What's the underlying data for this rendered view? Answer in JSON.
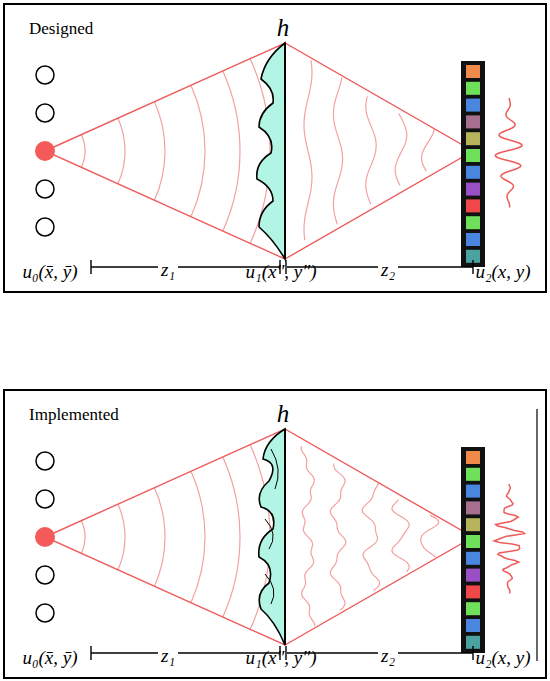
{
  "diagram": {
    "nodes": [
      {
        "text": [
          "Designed"
        ]
      },
      {
        "text": [
          "Implemented"
        ]
      }
    ],
    "labels": [
      "h",
      "z₁",
      "z₂",
      "u₀(x̄, ȳ)",
      "u₁(x″, y″)",
      "u₂(x, y)",
      "h",
      "z₁",
      "z₂",
      "u₀(x̄, ȳ)",
      "u₁(x″, y″)",
      "u₂(x, y)"
    ]
  }
}
